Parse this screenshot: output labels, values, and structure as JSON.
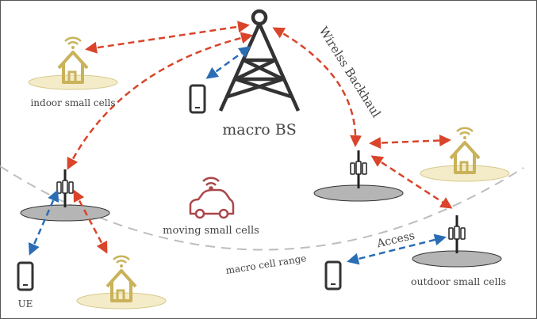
{
  "labels": {
    "macro_bs": "macro BS",
    "wireless_backhaul": "Wirelss Backhaul",
    "indoor_small_cells": "indoor small cells",
    "moving_small_cells": "moving small cells",
    "outdoor_small_cells": "outdoor small cells",
    "macro_cell_range": "macro cell range",
    "access": "Access",
    "ue": "UE"
  },
  "colors": {
    "backhaul_arrow": "#d9442a",
    "access_arrow": "#2a6db5",
    "house": "#c9b25a",
    "house_pad": "#f4ecc8",
    "cell_pad": "#b5b5b5",
    "car": "#a9474a",
    "tower": "#333333",
    "range_curve": "#bdbdbd"
  },
  "icons": [
    "tower-icon",
    "phone-icon",
    "house-icon",
    "car-icon",
    "small-cell-icon",
    "wifi-icon"
  ]
}
